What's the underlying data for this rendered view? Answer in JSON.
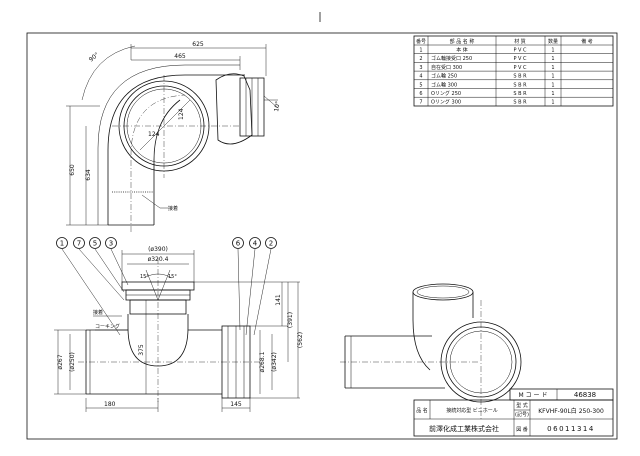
{
  "parts_table": {
    "headers": [
      "番号",
      "部 品 名 称",
      "材 質",
      "数量",
      "備 考"
    ],
    "rows": [
      {
        "no": "1",
        "name": "本 体",
        "material": "P V C",
        "qty": "1",
        "note": ""
      },
      {
        "no": "2",
        "name": "ゴム輪接受口 250",
        "material": "P V C",
        "qty": "1",
        "note": ""
      },
      {
        "no": "3",
        "name": "自在受口 300",
        "material": "P V C",
        "qty": "1",
        "note": ""
      },
      {
        "no": "4",
        "name": "ゴム輪 250",
        "material": "S B R",
        "qty": "1",
        "note": ""
      },
      {
        "no": "5",
        "name": "ゴム輪 300",
        "material": "S B R",
        "qty": "1",
        "note": ""
      },
      {
        "no": "6",
        "name": "Oリング 250",
        "material": "S B R",
        "qty": "1",
        "note": ""
      },
      {
        "no": "7",
        "name": "Oリング 300",
        "material": "S B R",
        "qty": "1",
        "note": ""
      }
    ]
  },
  "top_view": {
    "dim_width_overall": "625",
    "dim_width_inner": "465",
    "angle_bend": "90°",
    "angle_taper": "10°",
    "dim_124_a": "124",
    "dim_124_b": "124",
    "dim_height_total": "650",
    "dim_height_inner": "634",
    "leader_label": "接着"
  },
  "front_view": {
    "callouts_left": [
      "1",
      "7",
      "5",
      "3"
    ],
    "callouts_right": [
      "6",
      "4",
      "2"
    ],
    "dim_outer_dia": "(ø390)",
    "dim_inner_dia": "ø320.4",
    "angle_left": "15°",
    "angle_right": "15°",
    "label_adhesive": "接着",
    "label_caulking": "コーキング",
    "dim_267": "ø267",
    "dim_250": "(ø250)",
    "dim_375": "375",
    "dim_180": "180",
    "dim_145": "145",
    "dim_141": "141",
    "dim_391": "(391)",
    "dim_562": "(562)",
    "dim_268": "ø268.1",
    "dim_342": "(ø342)"
  },
  "title_block": {
    "code_label": "M コ ー ド",
    "code_value": "46838",
    "name_label": "品 名",
    "name_value": "接続対応型 ビニホール",
    "model_label_1": "型 式",
    "model_label_2": "(記号)",
    "model_value": "KFVHF-90L白 250-300",
    "company": "前澤化成工業株式会社",
    "drawing_no_label": "図 番",
    "drawing_no_value": "06011314"
  }
}
